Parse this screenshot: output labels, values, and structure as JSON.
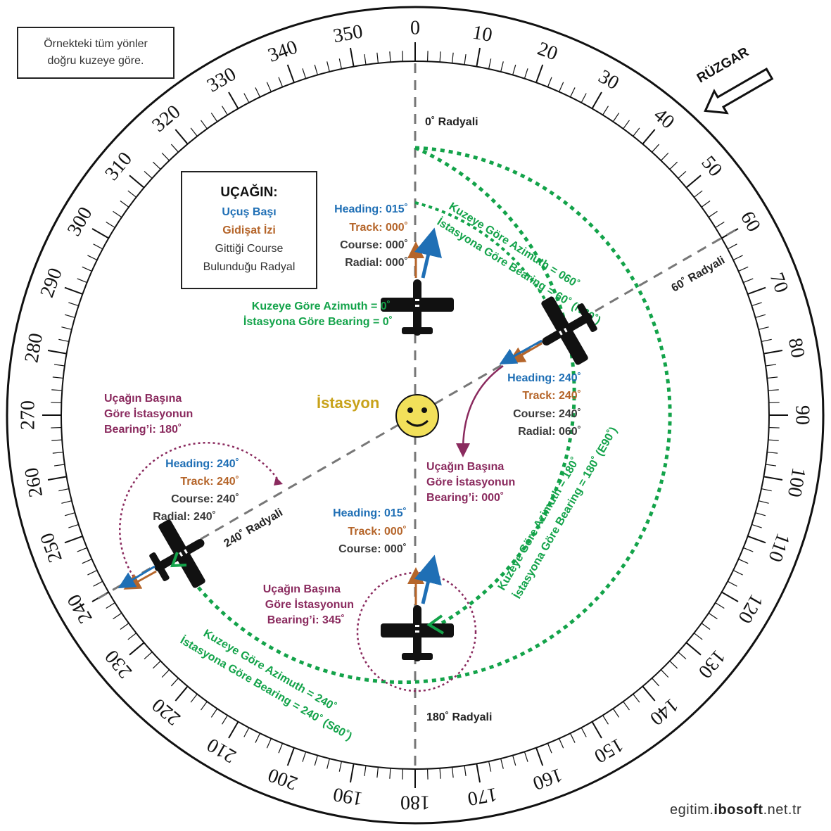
{
  "note": {
    "line1": "Örnekteki tüm yönler",
    "line2": "doğru kuzeye göre."
  },
  "legend": {
    "title": "UÇAĞIN:",
    "heading": "Uçuş Başı",
    "track": "Gidişat İzi",
    "course": "Gittiği Course",
    "radial": "Bulunduğu Radyal"
  },
  "wind_label": "RÜZGAR",
  "station_label": "İstasyon",
  "compass_numbers": [
    "0",
    "10",
    "20",
    "30",
    "40",
    "50",
    "60",
    "70",
    "80",
    "90",
    "100",
    "110",
    "120",
    "130",
    "140",
    "150",
    "160",
    "170",
    "180",
    "190",
    "200",
    "210",
    "220",
    "230",
    "240",
    "250",
    "260",
    "270",
    "280",
    "290",
    "300",
    "310",
    "320",
    "330",
    "340",
    "350"
  ],
  "radials": {
    "r0": "0˚ Radyali",
    "r60": "60˚ Radyali",
    "r180": "180˚ Radyali",
    "r240": "240˚ Radyali"
  },
  "plane_north": {
    "heading": "Heading: 015˚",
    "track": "Track: 000˚",
    "course": "Course: 000˚",
    "radial": "Radial: 000˚",
    "azimuth": "Kuzeye Göre Azimuth = 0˚",
    "bearing": "İstasyona Göre Bearing = 0˚"
  },
  "plane_east": {
    "heading": "Heading: 240˚",
    "track": "Track: 240˚",
    "course": "Course: 240˚",
    "radial": "Radial: 060˚",
    "arc_azimuth": "Kuzeye Göre Azimuth = 060˚",
    "arc_bearing": "İstasyona Göre Bearing = 60˚ (N60˚)",
    "rel_line1": "Uçağın Başına",
    "rel_line2": "Göre İstasyonun",
    "rel_line3": "Bearing’i: 000˚"
  },
  "plane_south": {
    "heading": "Heading: 015˚",
    "track": "Track: 000˚",
    "course": "Course: 000˚",
    "arc_azimuth": "Kuzeye Göre Azimuth = 180˚",
    "arc_bearing": "İstasyona Göre Bearing = 180˚ (E90˚)",
    "rel_line1": "Uçağın Başına",
    "rel_line2": "Göre İstasyonun",
    "rel_line3": "Bearing’i: 345˚"
  },
  "plane_west": {
    "heading": "Heading: 240˚",
    "track": "Track: 240˚",
    "course": "Course: 240˚",
    "radial": "Radial: 240˚",
    "arc_azimuth": "Kuzeye Göre Azimuth = 240˚",
    "arc_bearing": "İstasyona Göre Bearing = 240˚ (S60˚)",
    "rel_line1": "Uçağın Başına",
    "rel_line2": "Göre İstasyonun",
    "rel_line3": "Bearing’i: 180˚"
  },
  "site": {
    "prefix": "egitim.",
    "bold": "ibosoft",
    "suffix": ".net.tr"
  },
  "colors": {
    "heading": "#1f6fb5",
    "track": "#b5652a",
    "azimuth": "#13a34a",
    "relative_bearing": "#8a2a5e",
    "station": "#f2e05a",
    "station_label": "#c8a21a"
  }
}
